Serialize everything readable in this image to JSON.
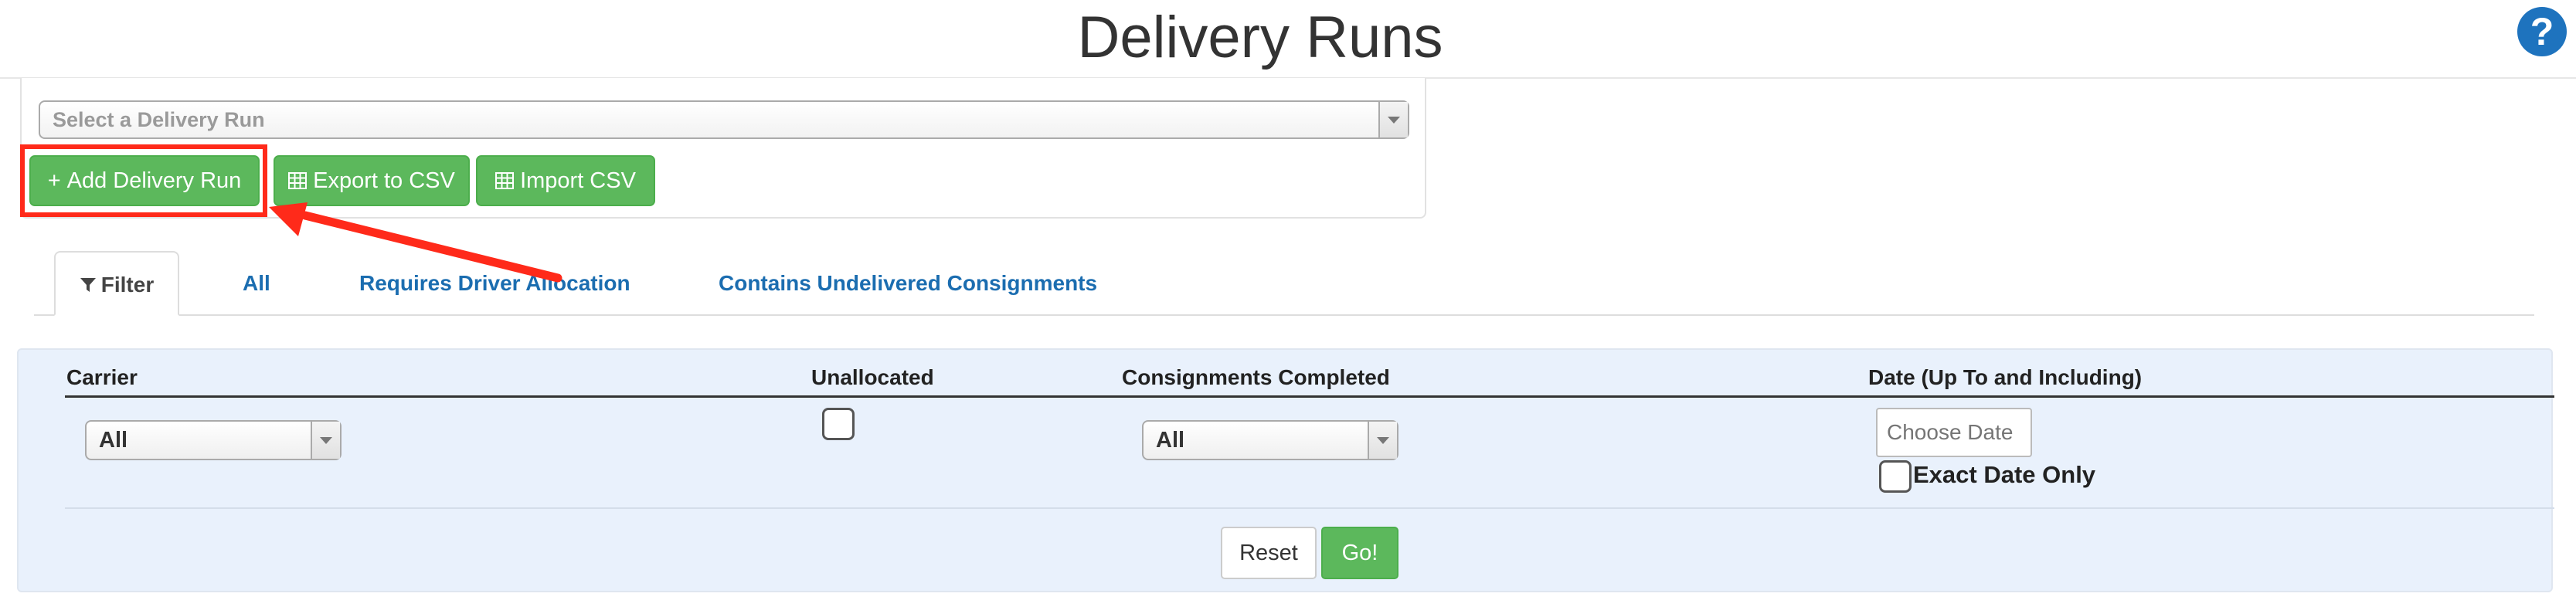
{
  "header": {
    "title": "Delivery Runs",
    "help_label": "?"
  },
  "top_panel": {
    "select_placeholder": "Select a Delivery Run",
    "buttons": {
      "add_label": "Add Delivery Run",
      "add_icon": "+",
      "export_label": "Export to CSV",
      "import_label": "Import CSV",
      "table_icon": "table-icon"
    }
  },
  "tabs": [
    {
      "label": "Filter",
      "icon": "filter-icon",
      "active": true
    },
    {
      "label": "All"
    },
    {
      "label": "Requires Driver Allocation"
    },
    {
      "label": "Contains Undelivered Consignments"
    }
  ],
  "filter": {
    "columns": {
      "carrier": "Carrier",
      "unallocated": "Unallocated",
      "consignments_completed": "Consignments Completed",
      "date": "Date (Up To and Including)"
    },
    "carrier_value": "All",
    "consignments_value": "All",
    "unallocated_checked": false,
    "date_placeholder": "Choose Date",
    "exact_date_label": "Exact Date Only",
    "exact_date_checked": false,
    "reset_label": "Reset",
    "go_label": "Go!"
  },
  "colors": {
    "accent_green": "#5cb85c",
    "link_blue": "#1b6db0",
    "annotation_red": "#ff2a1a",
    "filter_bg": "#e9f1fc",
    "help_blue": "#1e73be"
  }
}
